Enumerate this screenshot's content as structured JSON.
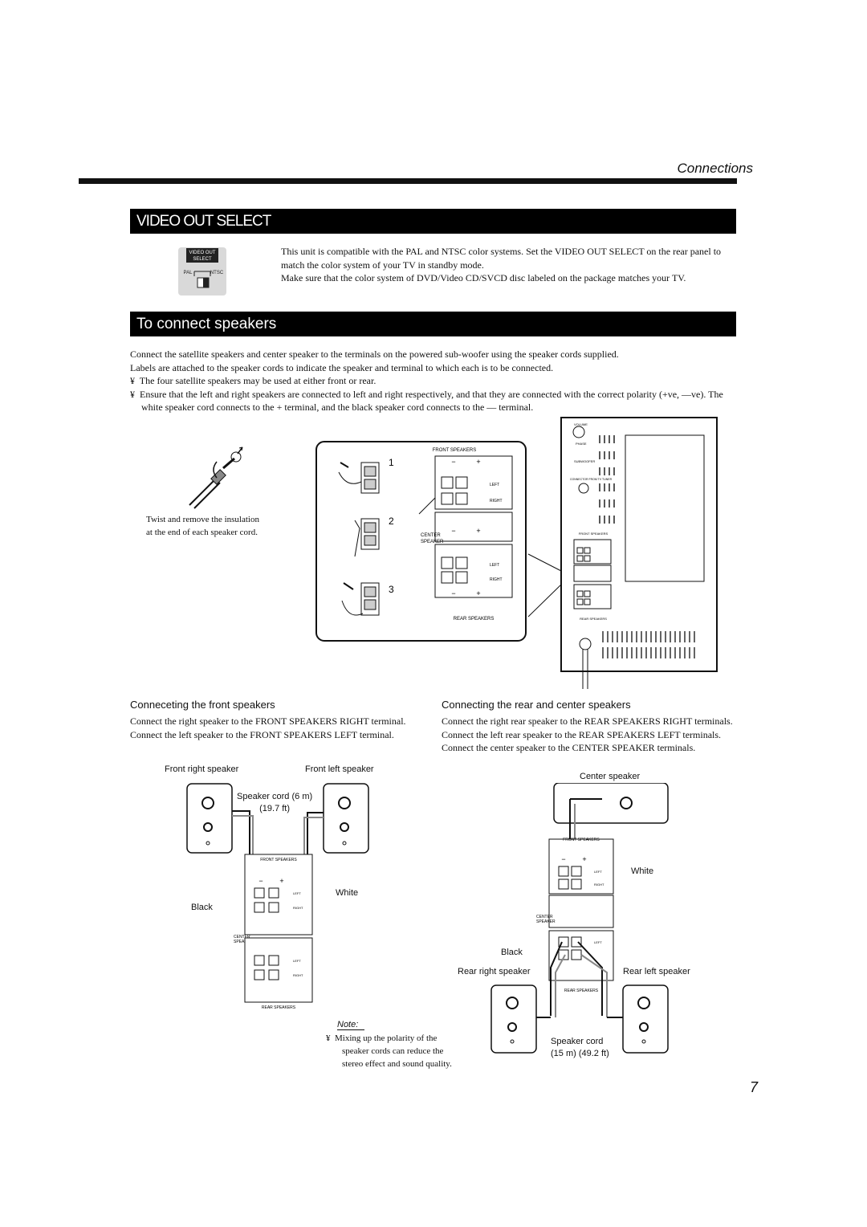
{
  "header": {
    "section": "Connections"
  },
  "video_out": {
    "title": "VIDEO OUT SELECT",
    "switch": {
      "label_line1": "VIDEO OUT",
      "label_line2": "SELECT",
      "pal": "PAL",
      "ntsc": "NTSC"
    },
    "para1": "This unit is compatible with the PAL and NTSC color systems. Set the VIDEO OUT SELECT on the rear panel to match the color system of your TV in standby mode.",
    "para2": "Make sure that the color system of DVD/Video CD/SVCD disc labeled on the package matches your TV."
  },
  "connect": {
    "title": "To connect speakers",
    "intro1": "Connect the satellite speakers and center speaker to the terminals on the powered sub-woofer using the speaker cords supplied.",
    "intro2": "Labels are attached to the speaker cords to indicate the speaker and terminal to which each is to be connected.",
    "bullet_mark": "¥",
    "bullet1": "The four satellite speakers may be used at either front or rear.",
    "bullet2": "Ensure that the left and right speakers are connected to left and right respectively, and that they are connected with the correct polarity (+ve, —ve). The white speaker cord connects to the + terminal, and the black speaker cord connects to the — terminal.",
    "insulation_caption_l1": "Twist and remove the insulation",
    "insulation_caption_l2": "at the end of each speaker cord.",
    "steps": [
      "1",
      "2",
      "3"
    ],
    "terminal_labels": {
      "front": "FRONT SPEAKERS",
      "rear": "REAR SPEAKERS",
      "center_l1": "CENTER",
      "center_l2": "SPEAKER",
      "left": "LEFT",
      "right": "RIGHT",
      "minus": "−",
      "plus": "+"
    },
    "rear_panel_labels": {
      "volume": "VOLUME",
      "phase": "PHASE",
      "subwoofer": "SUBWOOFER",
      "connector": "CONNECTOR FROM TV TUNER"
    }
  },
  "front_section": {
    "title": "Conneceting the front speakers",
    "text1": "Connect the right speaker to the FRONT SPEAKERS RIGHT terminal.",
    "text2": "Connect the left speaker to the FRONT SPEAKERS LEFT terminal.",
    "front_right": "Front right speaker",
    "front_left": "Front left speaker",
    "cord_l1": "Speaker cord (6 m)",
    "cord_l2": "(19.7 ft)",
    "white": "White",
    "black": "Black"
  },
  "rear_section": {
    "title": "Connecting the rear and center speakers",
    "text1": "Connect the right rear speaker to the REAR SPEAKERS RIGHT terminals.",
    "text2": "Connect the left rear speaker to the REAR SPEAKERS LEFT terminals.",
    "text3": "Connect the center speaker to the CENTER SPEAKER terminals.",
    "center_speaker": "Center speaker",
    "white": "White",
    "black": "Black",
    "rear_right": "Rear right speaker",
    "rear_left": "Rear left speaker",
    "cord_l1": "Speaker cord",
    "cord_l2": "(15 m) (49.2 ft)"
  },
  "note": {
    "label": "Note:",
    "mark": "¥",
    "line1": "Mixing up the polarity of the",
    "line2": "speaker cords can reduce the",
    "line3": "stereo effect and sound quality."
  },
  "page_number": "7"
}
